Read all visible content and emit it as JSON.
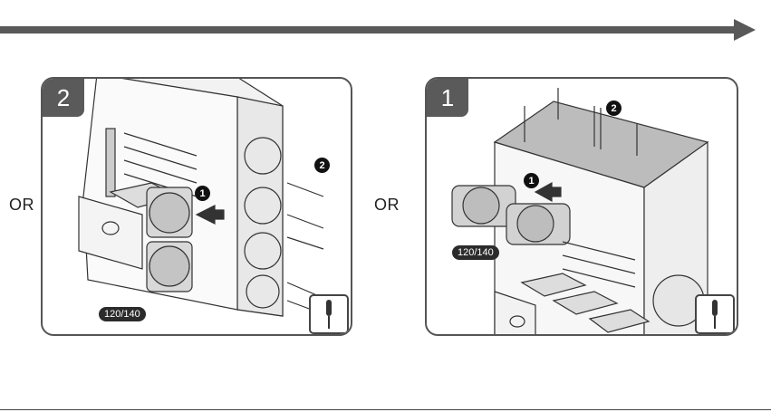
{
  "or_label": "OR",
  "left_panel": {
    "step_number": "2",
    "size_label": "120/140",
    "callout_1": "1",
    "callout_2": "2"
  },
  "right_panel": {
    "step_number": "1",
    "size_label": "120/140",
    "callout_1": "1",
    "callout_2": "2"
  },
  "icons": {
    "tool": "screwdriver-icon",
    "direction": "arrow-right-icon"
  },
  "colors": {
    "arrow": "#595959",
    "badge": "#5a5a5a",
    "label": "#2b2b2b"
  }
}
